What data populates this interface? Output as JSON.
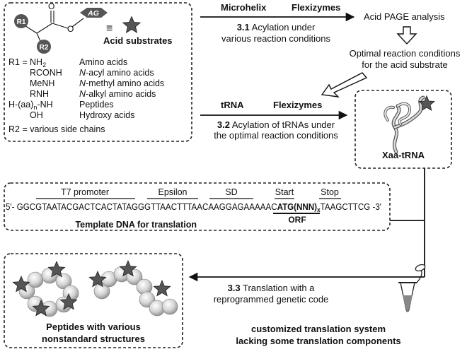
{
  "acid_box": {
    "ag": "AG",
    "equiv": "≡",
    "title": "Acid substrates",
    "r1_badge": "R1",
    "r2_badge": "R2",
    "r1_prefix": "R1 = ",
    "r1_rows": [
      {
        "group": "NH",
        "sub": "2",
        "group_tail": "",
        "cls_prefix": "",
        "cls_rest": "Amino acids"
      },
      {
        "group": "RCONH",
        "sub": "",
        "group_tail": "",
        "cls_prefix": "N",
        "cls_rest": "-acyl amino acids"
      },
      {
        "group": "MeNH",
        "sub": "",
        "group_tail": "",
        "cls_prefix": "N",
        "cls_rest": "-methyl amino acids"
      },
      {
        "group": "RNH",
        "sub": "",
        "group_tail": "",
        "cls_prefix": "N",
        "cls_rest": "-alkyl amino acids"
      },
      {
        "group": "H-(aa)",
        "sub": "n",
        "group_tail": "-NH",
        "cls_prefix": "",
        "cls_rest": "Peptides"
      },
      {
        "group": "OH",
        "sub": "",
        "group_tail": "",
        "cls_prefix": "",
        "cls_rest": "Hydroxy acids"
      }
    ],
    "r2_line": "R2 = various side chains"
  },
  "step31": {
    "left_reagent": "Microhelix",
    "right_reagent": "Flexizymes",
    "num": "3.1",
    "line1": " Acylation under",
    "line2": "various reaction conditions"
  },
  "page_analysis": "Acid PAGE analysis",
  "optimal": {
    "line1": "Optimal reaction conditions",
    "line2": "for the acid substrate"
  },
  "step32": {
    "left_reagent": "tRNA",
    "right_reagent": "Flexizymes",
    "num": "3.2",
    "line1": " Acylation of tRNAs under",
    "line2": "the optimal reaction conditions"
  },
  "xaa_label": "Xaa-tRNA",
  "template": {
    "regions": [
      "T7 promoter",
      "Epsilon",
      "SD",
      "Start",
      "Stop"
    ],
    "seq_pre": "5'- GGCGTAATACGACTCACTATAGGGTTAACTTTAACAAGGAGAAAAAC",
    "seq_bold": "ATG(NNN)",
    "seq_sub": "x",
    "seq_post": "TAAGCTTCG -3'",
    "orf": "ORF",
    "caption": "Template DNA for translation"
  },
  "step33": {
    "num": "3.3",
    "line1": " Translation with a",
    "line2": "reprogrammed genetic code"
  },
  "peptides": {
    "line1": "Peptides with various",
    "line2": "nonstandard structures"
  },
  "system": {
    "line1": "customized translation system",
    "line2": "lacking some translation components"
  },
  "colors": {
    "badge": "#555555",
    "star": "#555555",
    "bead_light": "#e6e6e6",
    "bead_dark": "#8a8a8a"
  }
}
